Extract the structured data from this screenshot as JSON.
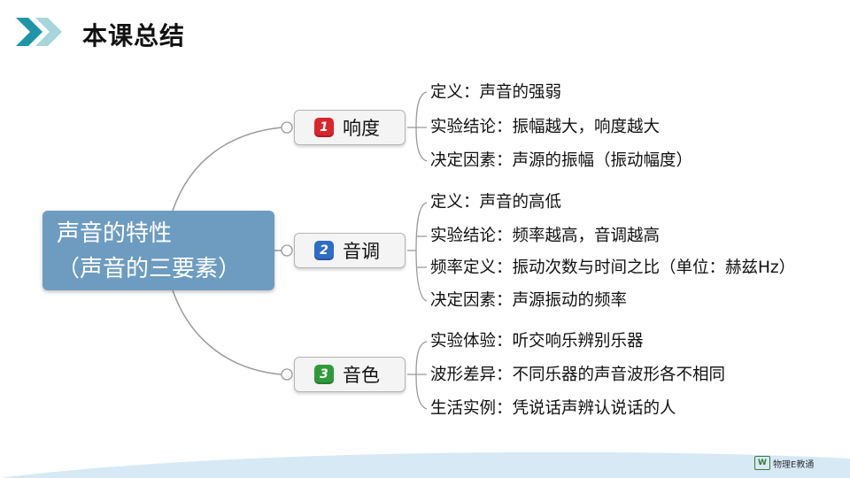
{
  "header": {
    "title": "本课总结"
  },
  "colors": {
    "chevron_dark": "#1f96a8",
    "chevron_light": "#a7d5dc",
    "root_fill": "#6e9cc1",
    "connector": "#9a9a9a",
    "bottom_band": "#d6e9f5"
  },
  "diagram": {
    "root": {
      "line1": "声音的特性",
      "line2": "（声音的三要素）"
    },
    "branches": [
      {
        "number": "1",
        "label": "响度",
        "badge_color": "#d9252b",
        "leaves": [
          "定义：声音的强弱",
          "实验结论：振幅越大，响度越大",
          "决定因素：声源的振幅（振动幅度）"
        ]
      },
      {
        "number": "2",
        "label": "音调",
        "badge_color": "#2f6cc4",
        "leaves": [
          "定义：声音的高低",
          "实验结论：频率越高，音调越高",
          "频率定义：振动次数与时间之比（单位：赫兹Hz）",
          "决定因素：声源振动的频率"
        ]
      },
      {
        "number": "3",
        "label": "音色",
        "badge_color": "#2f9a3a",
        "leaves": [
          "实验体验：听交响乐辨别乐器",
          "波形差异：不同乐器的声音波形各不相同",
          "生活实例：凭说话声辨认说话的人"
        ]
      }
    ]
  },
  "footer": {
    "logo_mark": "W",
    "logo_text": "物理E教通"
  }
}
